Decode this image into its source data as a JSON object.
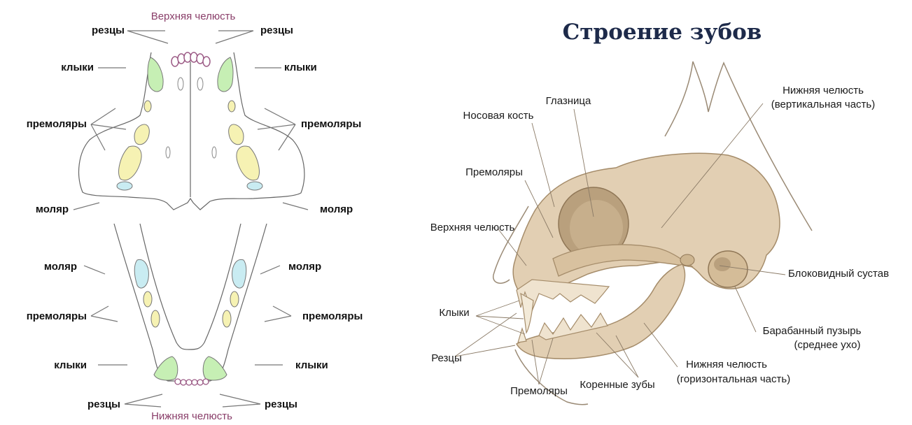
{
  "left_diagram": {
    "upper_jaw_title": "Верхняя челюсть",
    "lower_jaw_title": "Нижняя челюсть",
    "upper_labels": {
      "incisors_left": "резцы",
      "incisors_right": "резцы",
      "canines_left": "клыки",
      "canines_right": "клыки",
      "premolars_left": "премоляры",
      "premolars_right": "премоляры",
      "molar_left": "моляр",
      "molar_right": "моляр"
    },
    "lower_labels": {
      "molar_left": "моляр",
      "molar_right": "моляр",
      "premolars_left": "премоляры",
      "premolars_right": "премоляры",
      "canines_left": "клыки",
      "canines_right": "клыки",
      "incisors_left": "резцы",
      "incisors_right": "резцы"
    },
    "colors": {
      "canine": "#c6efb4",
      "premolar": "#f6f2b3",
      "molar": "#c9ecf2",
      "incisor_outline": "#9c5b86"
    }
  },
  "right_diagram": {
    "title": "Строение зубов",
    "labels": {
      "orbit": "Глазница",
      "nasal_bone": "Носовая кость",
      "lower_jaw_vertical_1": "Нижняя челюсть",
      "lower_jaw_vertical_2": "(вертикальная часть)",
      "premolars_upper": "Премоляры",
      "upper_jaw": "Верхняя челюсть",
      "trochlear_joint": "Блоковидный сустав",
      "canines": "Клыки",
      "tympanic_bulla_1": "Барабанный пузырь",
      "tympanic_bulla_2": "(среднее ухо)",
      "incisors": "Резцы",
      "lower_jaw_horizontal_1": "Нижняя челюсть",
      "lower_jaw_horizontal_2": "(горизонтальная часть)",
      "molars": "Коренные зубы",
      "premolars_lower": "Премоляры"
    },
    "colors": {
      "bone": "#e2cfb3",
      "bone_shadow": "#b9a07d",
      "title": "#1d2a4a"
    }
  }
}
